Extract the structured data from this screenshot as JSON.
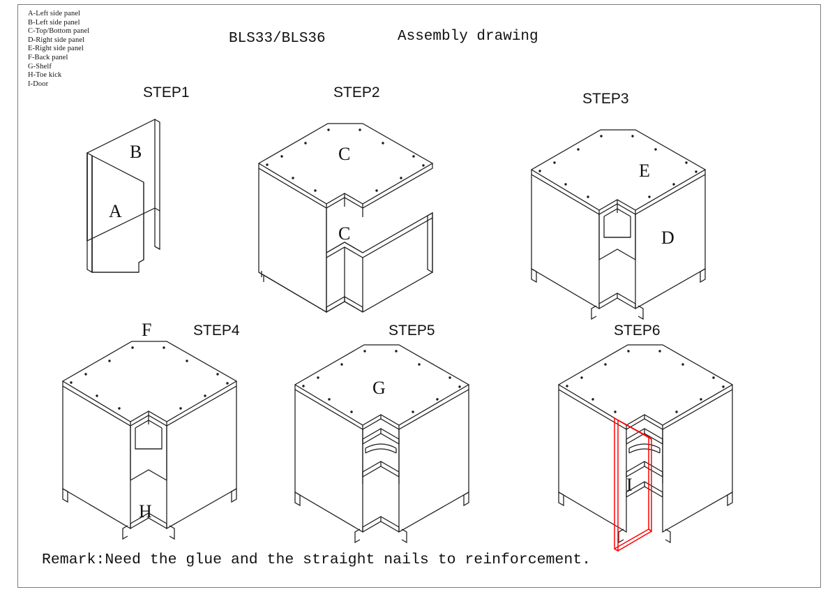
{
  "sheet": {
    "title_model": "BLS33/BLS36",
    "title_doc": "Assembly drawing",
    "remark": "Remark:Need the glue and the straight nails to reinforcement."
  },
  "legend": {
    "text": "A-Left side panel\nB-Left side panel\nC-Top/Bottom panel\nD-Right side panel\nE-Right side panel\nF-Back panel\nG-Shelf\nH-Toe kick\nI-Door",
    "items": [
      {
        "key": "A",
        "name": "Left side panel"
      },
      {
        "key": "B",
        "name": "Left side panel"
      },
      {
        "key": "C",
        "name": "Top/Bottom panel"
      },
      {
        "key": "D",
        "name": "Right side panel"
      },
      {
        "key": "E",
        "name": "Right side panel"
      },
      {
        "key": "F",
        "name": "Back panel"
      },
      {
        "key": "G",
        "name": "Shelf"
      },
      {
        "key": "H",
        "name": "Toe kick"
      },
      {
        "key": "I",
        "name": "Door"
      }
    ]
  },
  "steps": [
    {
      "id": "step1",
      "label": "STEP1",
      "parts": [
        "A",
        "B"
      ]
    },
    {
      "id": "step2",
      "label": "STEP2",
      "parts": [
        "C",
        "C"
      ]
    },
    {
      "id": "step3",
      "label": "STEP3",
      "parts": [
        "E",
        "D"
      ]
    },
    {
      "id": "step4",
      "label": "STEP4",
      "parts": [
        "F",
        "H"
      ]
    },
    {
      "id": "step5",
      "label": "STEP5",
      "parts": [
        "G"
      ]
    },
    {
      "id": "step6",
      "label": "STEP6",
      "parts": [
        "I"
      ]
    }
  ],
  "part_labels": {
    "s1_A": "A",
    "s1_B": "B",
    "s2_Ctop": "C",
    "s2_Cbot": "C",
    "s3_E": "E",
    "s3_D": "D",
    "s4_F": "F",
    "s4_H": "H",
    "s5_G": "G",
    "s6_I": "I"
  },
  "colors": {
    "line": "#1a1a1a",
    "frame": "#7a7a7a",
    "door_highlight": "#ff0000",
    "background": "#ffffff"
  }
}
